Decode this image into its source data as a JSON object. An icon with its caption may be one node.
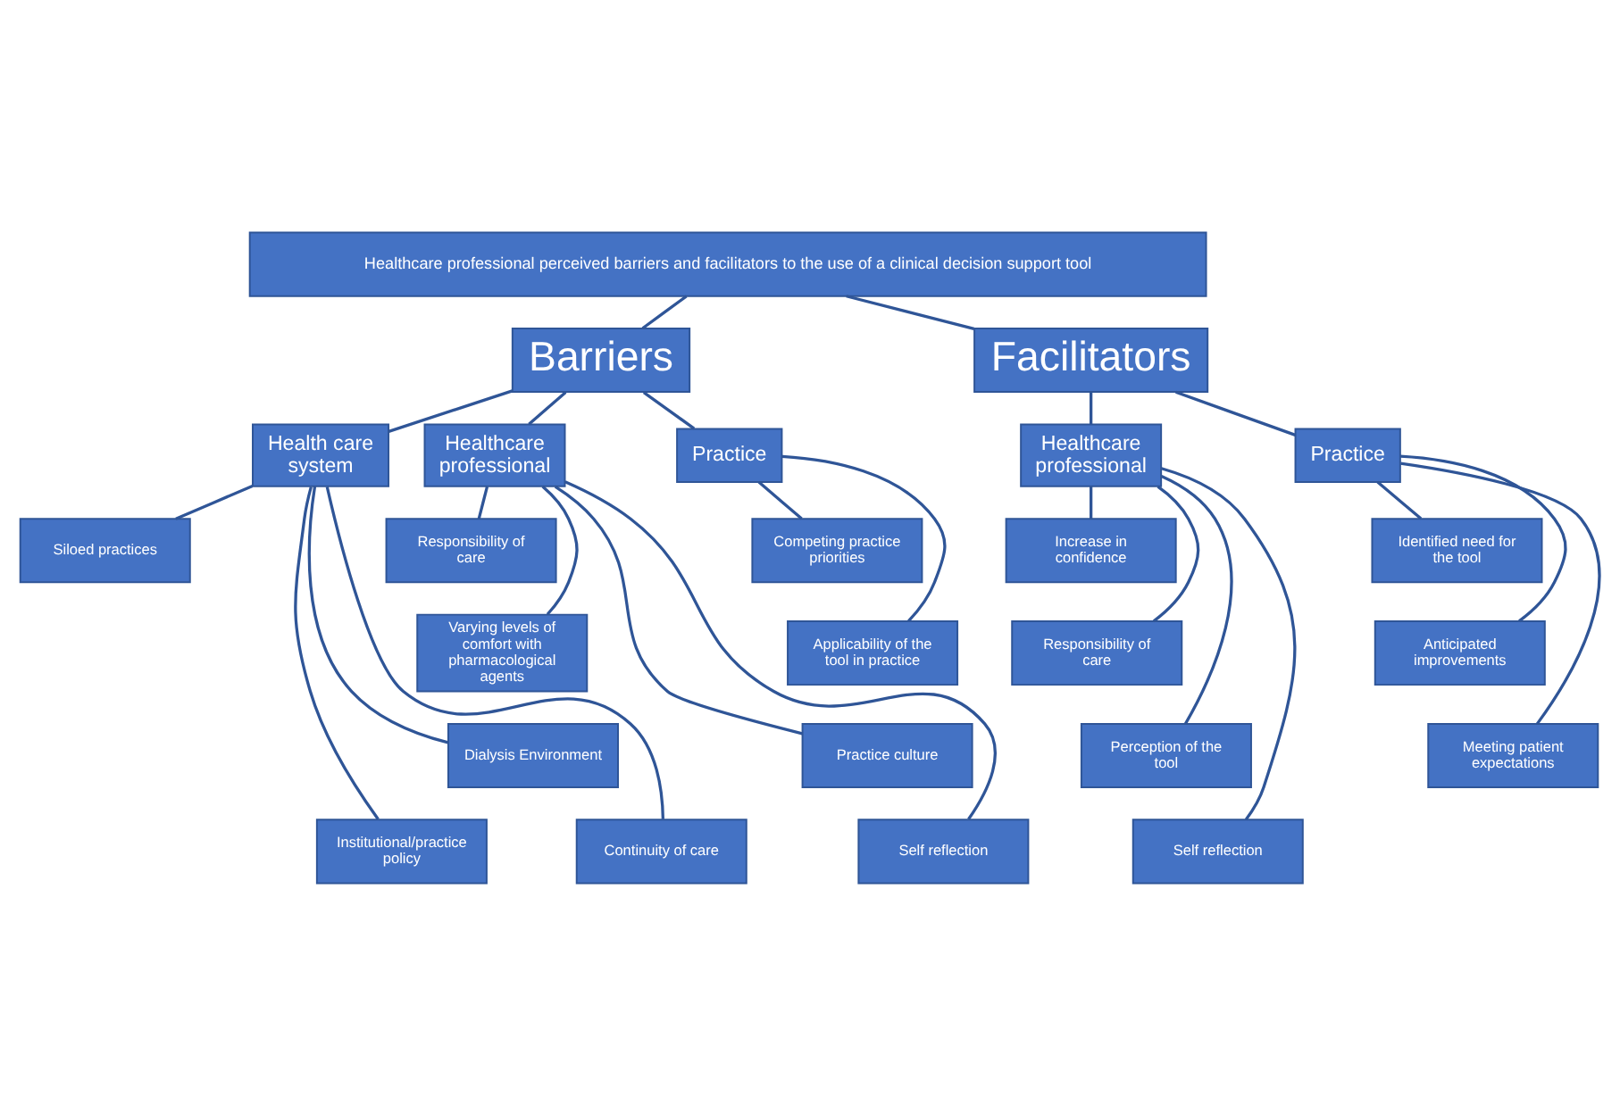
{
  "diagram": {
    "nodes": [
      {
        "text": [
          "Healthcare professional perceived barriers and facilitators to the use of a clinical decision support tool"
        ]
      },
      {
        "text": [
          "Barriers"
        ]
      },
      {
        "text": [
          "Facilitators"
        ]
      },
      {
        "text": [
          "Health care system"
        ]
      },
      {
        "text": [
          "Healthcare professional"
        ]
      },
      {
        "text": [
          "Practice"
        ]
      },
      {
        "text": [
          "Healthcare professional"
        ]
      },
      {
        "text": [
          "Practice"
        ]
      },
      {
        "text": [
          "Siloed practices"
        ]
      },
      {
        "text": [
          "Institutional/practice policy"
        ]
      },
      {
        "text": [
          "Dialysis Environment"
        ]
      },
      {
        "text": [
          "Continuity of care"
        ]
      },
      {
        "text": [
          "Responsibility of care"
        ]
      },
      {
        "text": [
          "Varying levels of comfort with pharmacological agents"
        ]
      },
      {
        "text": [
          "Practice culture"
        ]
      },
      {
        "text": [
          "Self reflection"
        ]
      },
      {
        "text": [
          "Competing practice priorities"
        ]
      },
      {
        "text": [
          "Applicability of the tool in practice"
        ]
      },
      {
        "text": [
          "Increase in confidence"
        ]
      },
      {
        "text": [
          "Responsibility of care"
        ]
      },
      {
        "text": [
          "Perception of the tool"
        ]
      },
      {
        "text": [
          "Self reflection"
        ]
      },
      {
        "text": [
          "Identified need for the tool"
        ]
      },
      {
        "text": [
          "Anticipated improvements"
        ]
      },
      {
        "text": [
          "Meeting patient expectations"
        ]
      }
    ],
    "edges": [
      {
        "from": 0,
        "to": 1,
        "arrow": "none"
      },
      {
        "from": 0,
        "to": 2,
        "arrow": "none"
      },
      {
        "from": 1,
        "to": 3,
        "arrow": "none"
      },
      {
        "from": 1,
        "to": 4,
        "arrow": "none"
      },
      {
        "from": 1,
        "to": 5,
        "arrow": "none"
      },
      {
        "from": 2,
        "to": 6,
        "arrow": "none"
      },
      {
        "from": 2,
        "to": 7,
        "arrow": "none"
      },
      {
        "from": 3,
        "to": 8,
        "arrow": "none"
      },
      {
        "from": 3,
        "to": 9,
        "arrow": "none"
      },
      {
        "from": 3,
        "to": 10,
        "arrow": "none"
      },
      {
        "from": 3,
        "to": 11,
        "arrow": "none"
      },
      {
        "from": 4,
        "to": 12,
        "arrow": "none"
      },
      {
        "from": 4,
        "to": 13,
        "arrow": "none"
      },
      {
        "from": 4,
        "to": 14,
        "arrow": "none"
      },
      {
        "from": 4,
        "to": 15,
        "arrow": "none"
      },
      {
        "from": 5,
        "to": 16,
        "arrow": "none"
      },
      {
        "from": 5,
        "to": 17,
        "arrow": "none"
      },
      {
        "from": 6,
        "to": 18,
        "arrow": "none"
      },
      {
        "from": 6,
        "to": 19,
        "arrow": "none"
      },
      {
        "from": 6,
        "to": 20,
        "arrow": "none"
      },
      {
        "from": 6,
        "to": 21,
        "arrow": "none"
      },
      {
        "from": 7,
        "to": 22,
        "arrow": "none"
      },
      {
        "from": 7,
        "to": 23,
        "arrow": "none"
      },
      {
        "from": 7,
        "to": 24,
        "arrow": "none"
      }
    ]
  }
}
